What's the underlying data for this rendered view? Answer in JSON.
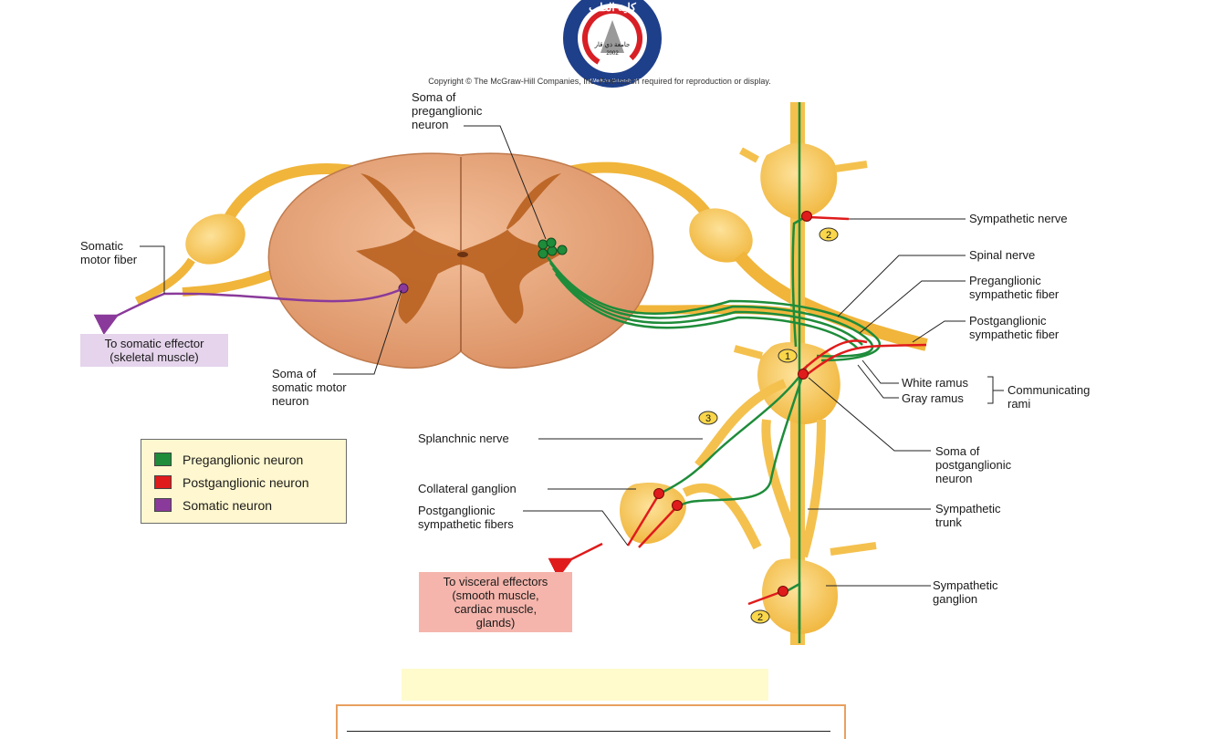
{
  "logo": {
    "arabic_text": "كلية الطب",
    "inner_text": "جامعة ذي قار",
    "year": "2002",
    "ring_text": "College of Medicine University of Thi-Qar"
  },
  "copyright": "Copyright © The McGraw-Hill Companies, Inc. Permission required for reproduction or display.",
  "labels": {
    "soma_pre_1": "Soma of",
    "soma_pre_2": "preganglionic",
    "soma_pre_3": "neuron",
    "somatic_motor_fiber_1": "Somatic",
    "somatic_motor_fiber_2": "motor fiber",
    "somatic_effector_1": "To somatic effector",
    "somatic_effector_2": "(skeletal muscle)",
    "soma_somatic_1": "Soma of",
    "soma_somatic_2": "somatic motor",
    "soma_somatic_3": "neuron",
    "sympathetic_nerve": "Sympathetic nerve",
    "spinal_nerve": "Spinal nerve",
    "pre_fiber_1": "Preganglionic",
    "pre_fiber_2": "sympathetic fiber",
    "post_fiber_1": "Postganglionic",
    "post_fiber_2": "sympathetic fiber",
    "white_ramus": "White ramus",
    "gray_ramus": "Gray ramus",
    "comm_rami_1": "Communicating",
    "comm_rami_2": "rami",
    "soma_post_1": "Soma of",
    "soma_post_2": "postganglionic",
    "soma_post_3": "neuron",
    "splanchnic_nerve": "Splanchnic nerve",
    "collateral_ganglion": "Collateral ganglion",
    "post_fibers_1": "Postganglionic",
    "post_fibers_2": "sympathetic fibers",
    "symp_trunk_1": "Sympathetic",
    "symp_trunk_2": "trunk",
    "symp_ganglion_1": "Sympathetic",
    "symp_ganglion_2": "ganglion",
    "visceral_1": "To visceral effectors",
    "visceral_2": "(smooth muscle,",
    "visceral_3": "cardiac muscle,",
    "visceral_4": "glands)"
  },
  "badges": {
    "one": "1",
    "two_top": "2",
    "two_bottom": "2",
    "three": "3"
  },
  "legend": [
    {
      "label": "Preganglionic neuron",
      "color": "#1e8c3a"
    },
    {
      "label": "Postganglionic neuron",
      "color": "#e01b1b"
    },
    {
      "label": "Somatic neuron",
      "color": "#8a3a9a"
    }
  ],
  "colors": {
    "preganglionic": "#1e8c3a",
    "postganglionic": "#e01b1b",
    "somatic": "#8a3a9a",
    "nerve": "#f7c44a",
    "cord": "#e8a276",
    "gray_matter": "#b8601f",
    "somatic_effector_bg": "#e5d4ec",
    "visceral_effector_bg": "#f5b5ac"
  }
}
